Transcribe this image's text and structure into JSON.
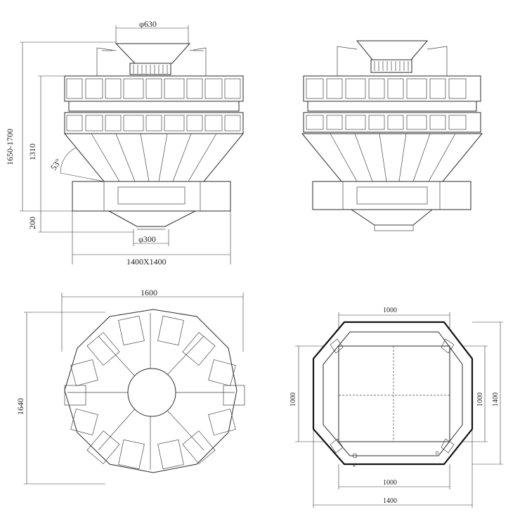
{
  "drawing": {
    "front_view": {
      "top_diameter": "φ630",
      "outlet_diameter": "φ300",
      "overall_height": "1650-1700",
      "body_height": "1310",
      "angle": "53°",
      "base_height": "200",
      "base_size": "1400X1400"
    },
    "top_view": {
      "width": "1600",
      "height": "1640"
    },
    "platform_view": {
      "top_inner": "1000",
      "bottom_inner": "1000",
      "bottom_outer": "1400",
      "left_inner": "1000",
      "right_inner": "1000",
      "right_outer": "1400"
    }
  }
}
